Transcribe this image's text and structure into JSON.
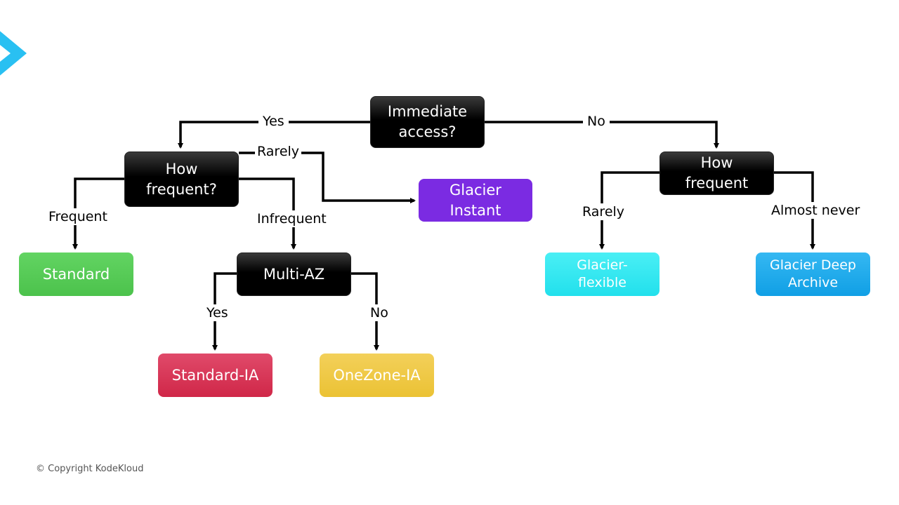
{
  "colors": {
    "decision": "#000000",
    "standard": "#55cc55",
    "glacier_instant": "#7b2be2",
    "standard_ia": "#dc2f53",
    "onezone_ia": "#f0c83e",
    "glacier_flexible": "#2ee6f0",
    "glacier_deep_archive": "#19a9ec",
    "logo": "#29c0f2"
  },
  "nodes": {
    "immediate_access": "Immediate\naccess?",
    "how_frequent_left": "How\nfrequent?",
    "how_frequent_right": "How\nfrequent",
    "multi_az": "Multi-AZ",
    "standard": "Standard",
    "glacier_instant": "Glacier\nInstant",
    "standard_ia": "Standard-IA",
    "onezone_ia": "OneZone-IA",
    "glacier_flexible": "Glacier-\nflexible",
    "glacier_deep_archive": "Glacier Deep\nArchive"
  },
  "edges": {
    "yes_top": "Yes",
    "no_top": "No",
    "rarely_left": "Rarely",
    "frequent": "Frequent",
    "infrequent": "Infrequent",
    "multi_yes": "Yes",
    "multi_no": "No",
    "rarely_right": "Rarely",
    "almost_never": "Almost never"
  },
  "footer": {
    "copyright": "© Copyright KodeKloud"
  }
}
